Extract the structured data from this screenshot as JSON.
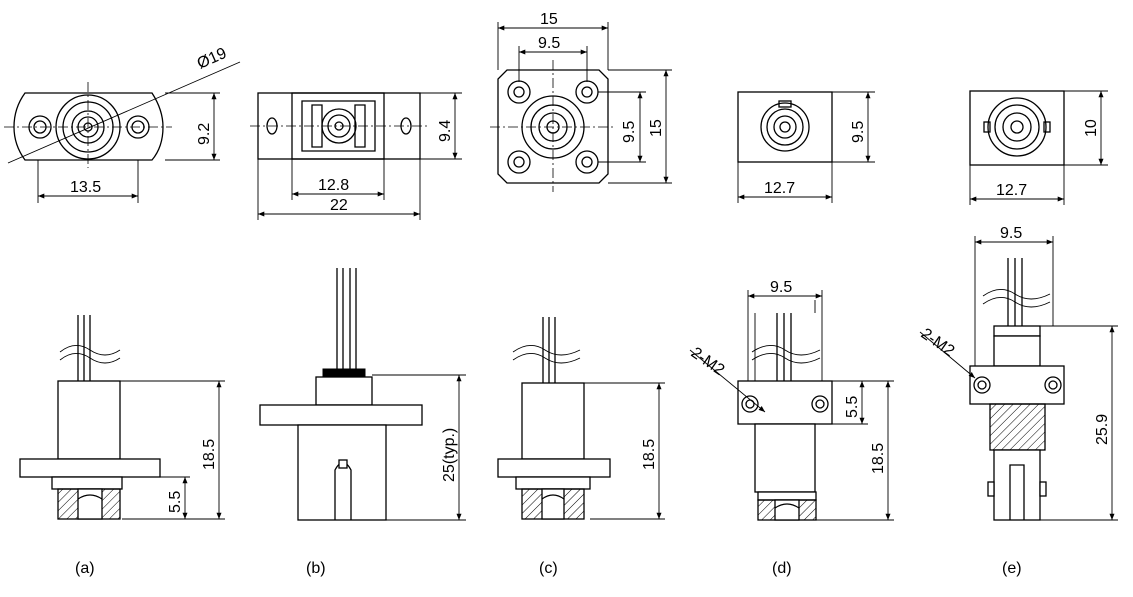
{
  "views": {
    "a": {
      "label": "(a)",
      "top": {
        "diameter": "Ø19",
        "height": "9.2",
        "width": "13.5"
      },
      "side": {
        "height": "18.5",
        "flange": "5.5"
      }
    },
    "b": {
      "label": "(b)",
      "top": {
        "height": "9.4",
        "inner_width": "12.8",
        "width": "22"
      },
      "side": {
        "height": "25(typ.)"
      }
    },
    "c": {
      "label": "(c)",
      "top": {
        "outer_width": "15",
        "hole_pitch": "9.5",
        "hole_pitch_v": "9.5",
        "height": "15"
      },
      "side": {
        "height": "18.5"
      }
    },
    "d": {
      "label": "(d)",
      "top": {
        "height": "9.5",
        "width": "12.7"
      },
      "side": {
        "width": "9.5",
        "block": "5.5",
        "height": "18.5",
        "screw": "2-M2"
      }
    },
    "e": {
      "label": "(e)",
      "top": {
        "height": "10",
        "width": "12.7"
      },
      "side": {
        "width": "9.5",
        "height": "25.9",
        "screw": "2-M2"
      }
    }
  }
}
